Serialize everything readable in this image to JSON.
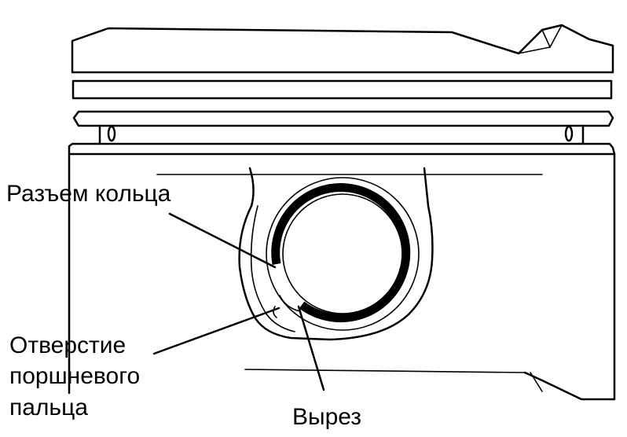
{
  "labels": {
    "ring_gap": "Разъем кольца",
    "pin_bore_line1": "Отверстие",
    "pin_bore_line2": "поршневого",
    "pin_bore_line3": "пальца",
    "notch": "Вырез"
  },
  "colors": {
    "stroke": "#000000",
    "background": "#ffffff"
  }
}
